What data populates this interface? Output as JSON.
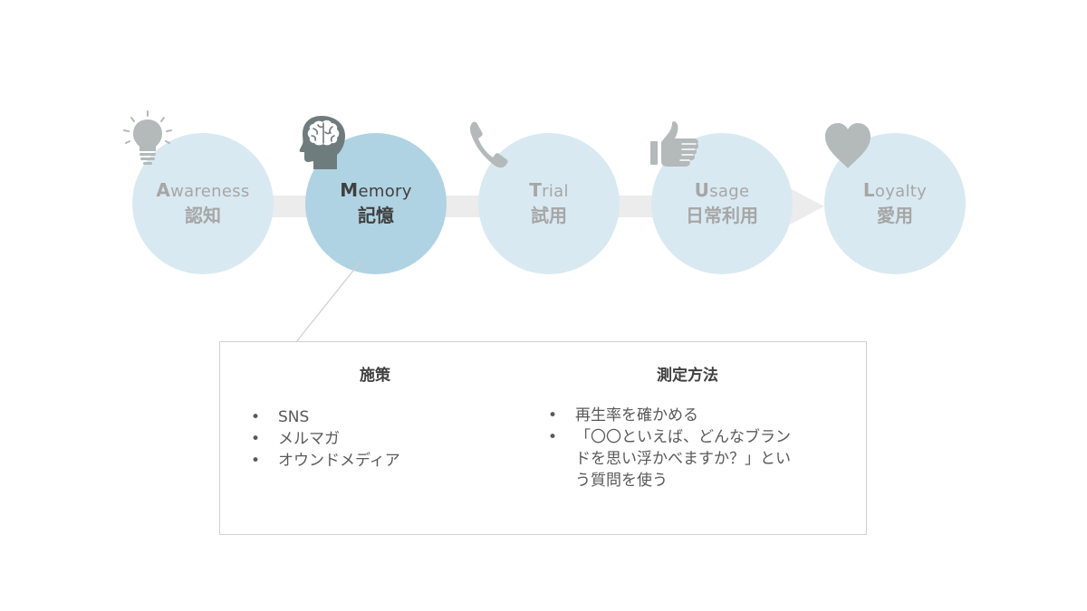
{
  "stages": [
    {
      "initial": "A",
      "rest": "wareness",
      "jp": "認知",
      "icon": "lightbulb-icon",
      "active": false
    },
    {
      "initial": "M",
      "rest": "emory",
      "jp": "記憶",
      "icon": "brain-head-icon",
      "active": true
    },
    {
      "initial": "T",
      "rest": "rial",
      "jp": "試用",
      "icon": "phone-icon",
      "active": false
    },
    {
      "initial": "U",
      "rest": "sage",
      "jp": "日常利用",
      "icon": "thumbs-up-icon",
      "active": false
    },
    {
      "initial": "L",
      "rest": "oyalty",
      "jp": "愛用",
      "icon": "heart-icon",
      "active": false
    }
  ],
  "detail": {
    "measures": {
      "title": "施策",
      "items": [
        "SNS",
        "メルマガ",
        "オウンドメディア"
      ]
    },
    "evaluation": {
      "title": "測定方法",
      "items": [
        [
          "再生率を確かめる"
        ],
        [
          "「〇〇といえば、どんなブラン",
          "ドを思い浮かべますか？」とい",
          "う質問を使う"
        ]
      ]
    },
    "bullet": "•"
  },
  "colors": {
    "circle": "#d9e9f1",
    "circle_active": "#b0d3e3",
    "arrow": "#ececec",
    "icon": "#b4b9ba",
    "icon_active": "#6f7c7e",
    "text_muted": "#a6a6a6",
    "text_active": "#404040",
    "box_border": "#d0d0d0"
  }
}
